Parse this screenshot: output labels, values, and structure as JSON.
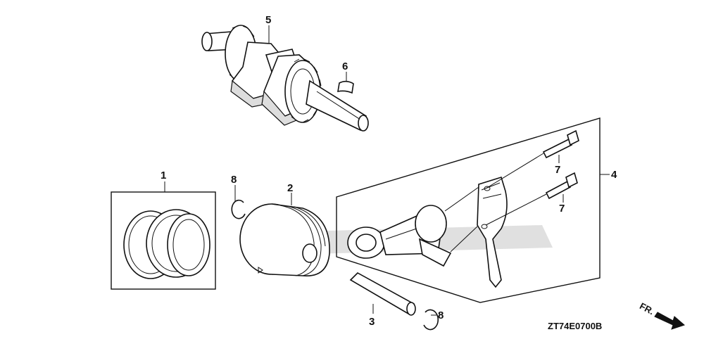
{
  "callouts": {
    "c1": "1",
    "c2": "2",
    "c3": "3",
    "c4": "4",
    "c5": "5",
    "c6": "6",
    "c7a": "7",
    "c7b": "7",
    "c8a": "8",
    "c8b": "8"
  },
  "diagram_code": "ZT74E0700B",
  "direction_label": "FR."
}
